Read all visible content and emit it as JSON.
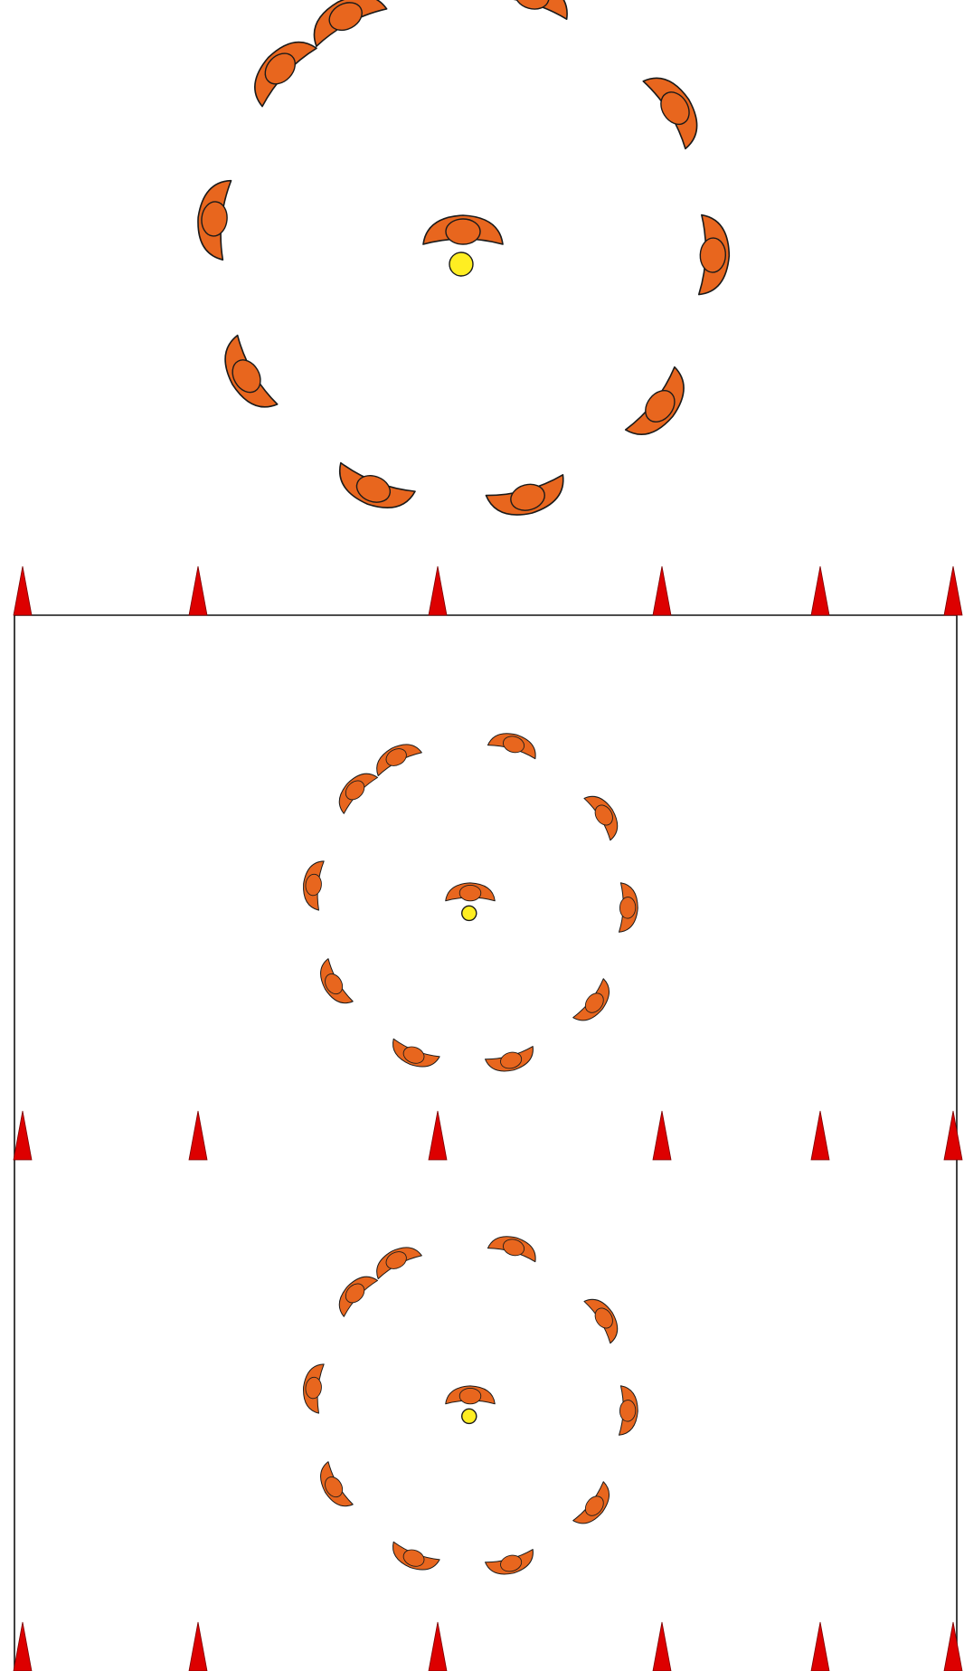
{
  "diagram": {
    "description_free": true,
    "colors": {
      "seat": "#e8661e",
      "outline": "#1a1a1a",
      "presenter": "#ffee22",
      "marker": "#dd0000",
      "background": "#ffffff"
    },
    "arrangements": [
      {
        "id": "top",
        "listener_count": 10,
        "presenter_count": 1,
        "framed": false
      },
      {
        "id": "middle",
        "listener_count": 10,
        "presenter_count": 1,
        "framed": true
      },
      {
        "id": "bottom",
        "listener_count": 10,
        "presenter_count": 1,
        "framed": true
      }
    ],
    "marker_rows": 3,
    "markers_per_row": 6,
    "icons": [
      "seat-icon",
      "presenter-icon",
      "marker-icon"
    ]
  }
}
